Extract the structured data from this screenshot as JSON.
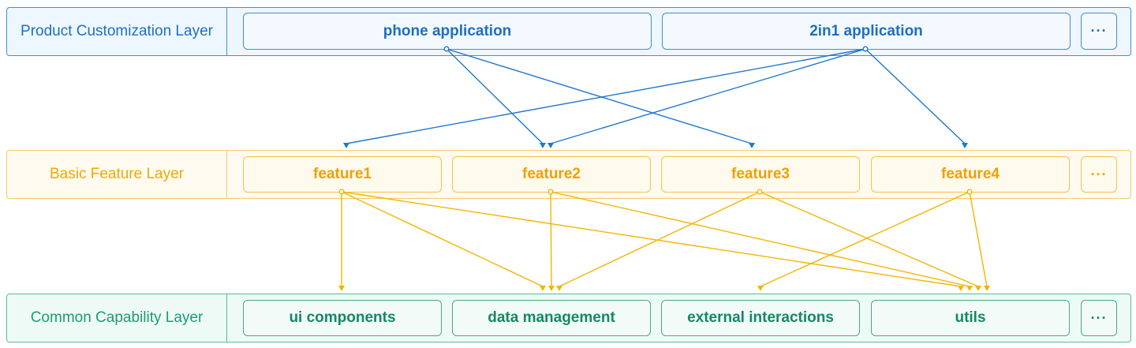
{
  "layers": {
    "product": {
      "label": "Product Customization Layer",
      "items": [
        "phone application",
        "2in1 application"
      ],
      "more": "···"
    },
    "feature": {
      "label": "Basic Feature Layer",
      "items": [
        "feature1",
        "feature2",
        "feature3",
        "feature4"
      ],
      "more": "···"
    },
    "common": {
      "label": "Common Capability Layer",
      "items": [
        "ui components",
        "data management",
        "external interactions",
        "utils"
      ],
      "more": "···"
    }
  },
  "dependencies": {
    "product_to_feature": {
      "phone application": [
        "feature2",
        "feature3"
      ],
      "2in1 application": [
        "feature1",
        "feature2",
        "feature4"
      ]
    },
    "feature_to_common": {
      "feature1": [
        "ui components",
        "data management",
        "utils"
      ],
      "feature2": [
        "data management",
        "utils"
      ],
      "feature3": [
        "data management",
        "utils"
      ],
      "feature4": [
        "external interactions",
        "utils"
      ]
    }
  },
  "colors": {
    "product": "#1f77d0",
    "feature": "#f4b400",
    "common": "#1a9c74"
  }
}
